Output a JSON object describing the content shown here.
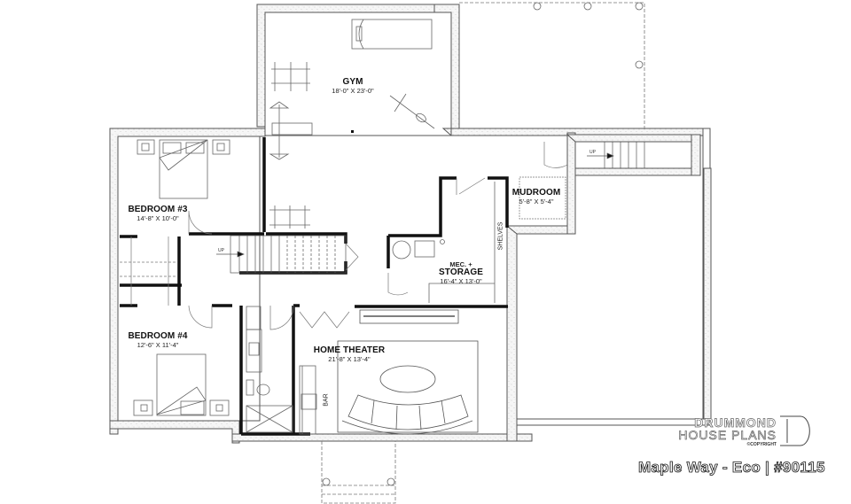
{
  "plan": {
    "title": "Maple Way - Eco | #90115",
    "brand": {
      "line1": "DRUMMOND",
      "line2": "HOUSE PLANS",
      "copyright": "©COPYRIGHT"
    },
    "rooms": [
      {
        "id": "gym",
        "name": "GYM",
        "dimensions": "18'-0\" X 23'-0\""
      },
      {
        "id": "bedroom3",
        "name": "BEDROOM #3",
        "dimensions": "14'-8\" X 10'-0\""
      },
      {
        "id": "bedroom4",
        "name": "BEDROOM #4",
        "dimensions": "12'-6\" X 11'-4\""
      },
      {
        "id": "mudroom",
        "name": "MUDROOM",
        "dimensions": "5'-8\" X 5'-4\""
      },
      {
        "id": "mec_storage",
        "name_line1": "MEC. +",
        "name": "STORAGE",
        "dimensions": "16'-4\" X 13'-0\""
      },
      {
        "id": "home_theater",
        "name": "HOME THEATER",
        "dimensions": "21'-8\" X 13'-4\""
      }
    ],
    "annotations": {
      "shelves": "SHELVES",
      "bar": "BAR",
      "stair_up_main": "UP",
      "stair_up_garage": "UP"
    },
    "colors": {
      "wall_fill": "#f4f4f4",
      "wall_line": "#555555",
      "interior_wall": "#111111",
      "fixture": "#666666"
    }
  }
}
